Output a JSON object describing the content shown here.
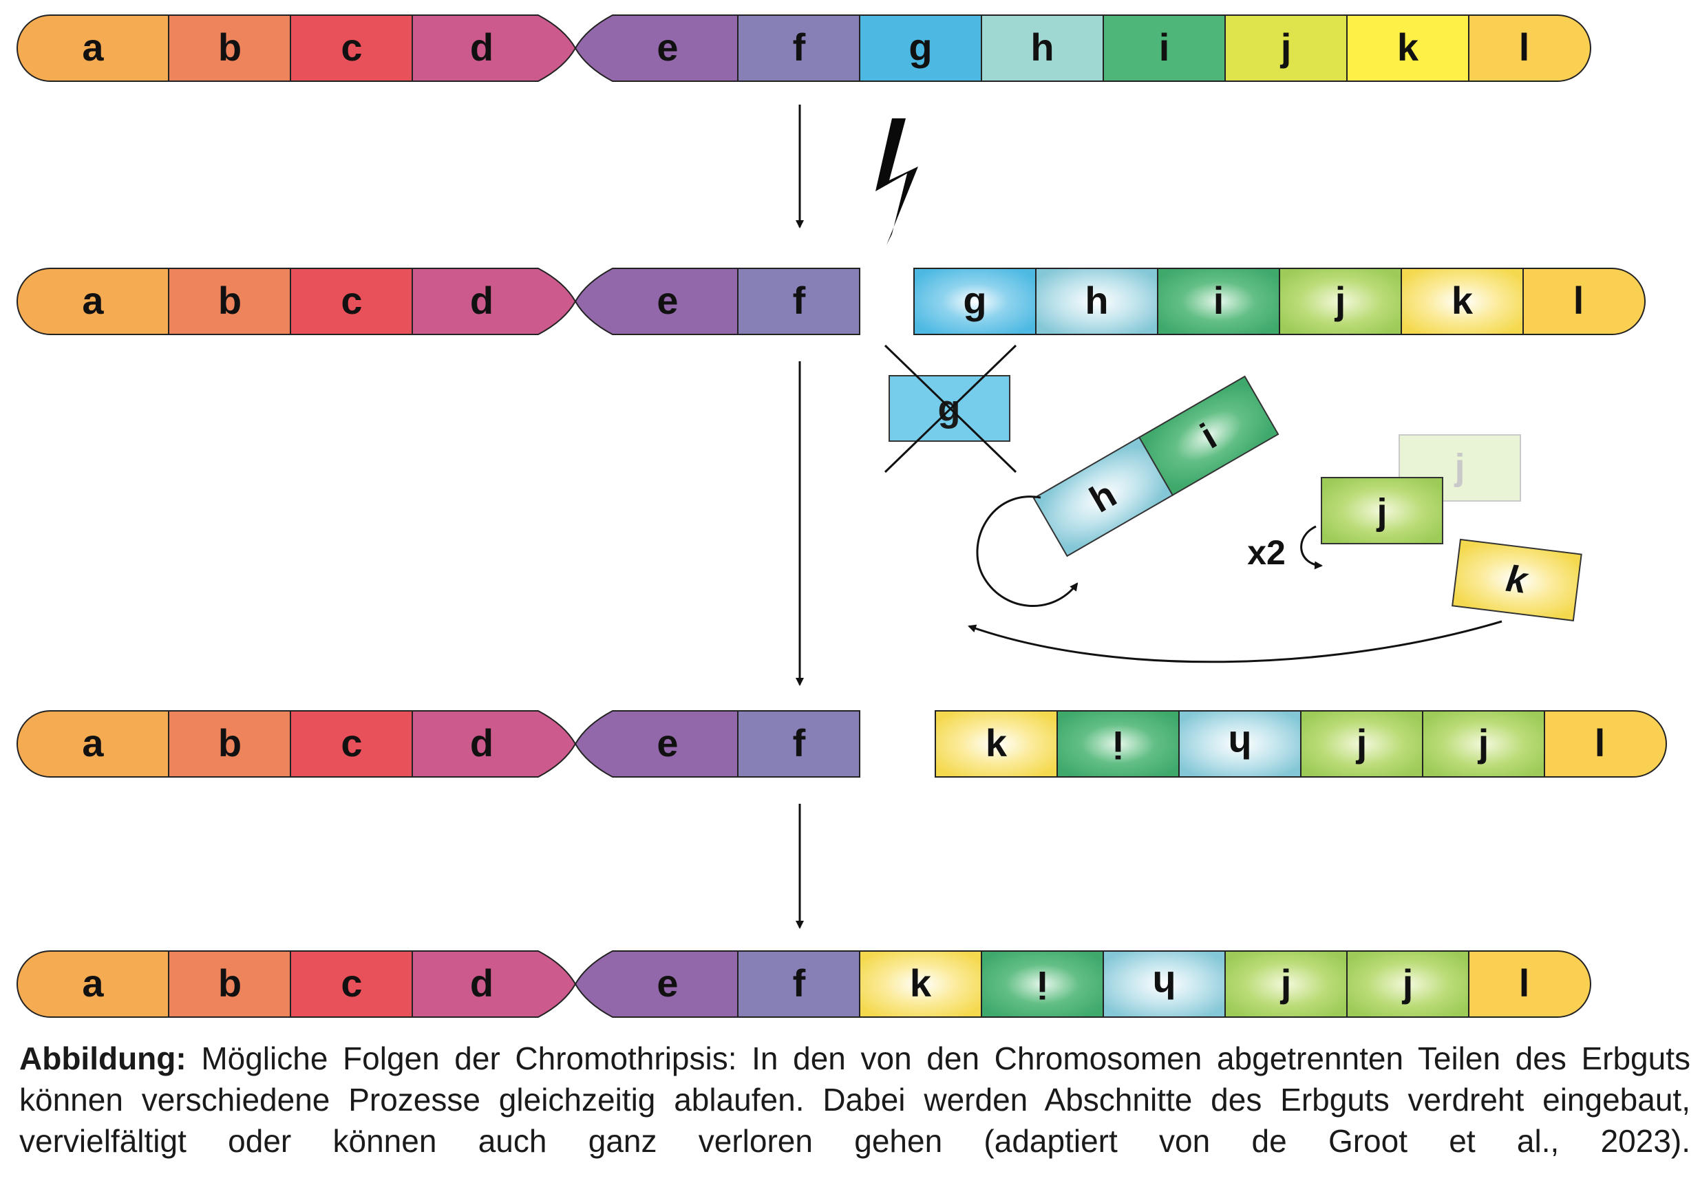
{
  "colors": {
    "a": "#f4ab52",
    "b": "#ee845c",
    "c": "#e8505a",
    "d": "#cd5a8c",
    "e": "#9368aa",
    "f": "#8780b7",
    "g": "#4db9e2",
    "h": "#9fd8d3",
    "i": "#4fb679",
    "j": "#dfe34c",
    "k": "#fef046",
    "l": "#fad052",
    "h2": "#84c7d6",
    "i2": "#3fa96c",
    "j2": "#9ccc57",
    "k2": "#f8e168",
    "g_cut": "#76cdeb",
    "outline": "#222222",
    "arrow": "#111111"
  },
  "rows": {
    "row1": [
      "a",
      "b",
      "c",
      "d",
      "e",
      "f",
      "g",
      "h",
      "i",
      "j",
      "k",
      "l"
    ],
    "row2_left": [
      "a",
      "b",
      "c",
      "d",
      "e",
      "f"
    ],
    "row2_right": [
      "g",
      "h",
      "i",
      "j",
      "k",
      "l"
    ],
    "row3_left": [
      "a",
      "b",
      "c",
      "d",
      "e",
      "f"
    ],
    "row3_right": [
      "k",
      "i",
      "h",
      "j",
      "j",
      "l"
    ],
    "row4": [
      "a",
      "b",
      "c",
      "d",
      "e",
      "f",
      "k",
      "i",
      "h",
      "j",
      "j",
      "l"
    ]
  },
  "fragments": {
    "lost": "g",
    "inverted_pair": [
      "h",
      "i"
    ],
    "duplicated": "j",
    "duplicate_ghost": "j",
    "moved": "k",
    "multiplier": "x2"
  },
  "caption": {
    "label": "Abbildung:",
    "text": " Mögliche Folgen der Chromothripsis: In den von den Chromosomen abgetrennten Teilen des Erbguts können verschiedene Prozesse gleichzeitig ablaufen. Dabei werden Abschnitte des Erbguts verdreht eingebaut, vervielfältigt oder können auch ganz verloren gehen (adaptiert von de Groot et al., 2023)."
  }
}
